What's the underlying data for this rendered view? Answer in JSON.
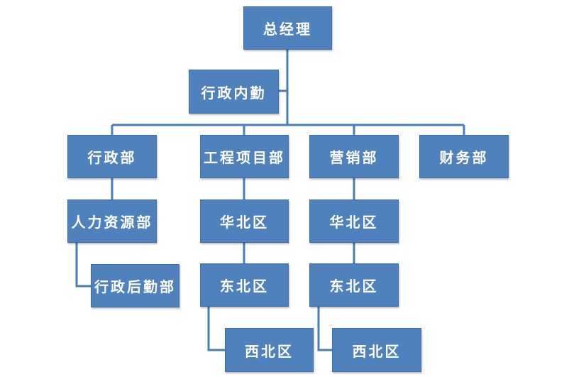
{
  "org_chart": {
    "ceo": "总经理",
    "admin_logistics": "行政内勤",
    "departments": {
      "admin": "行政部",
      "engineering": "工程项目部",
      "sales": "营销部",
      "finance": "财务部"
    },
    "admin_sub": {
      "hr": "人力资源部",
      "logistics": "行政后勤部"
    },
    "engineering_regions": [
      "华北区",
      "东北区",
      "西北区"
    ],
    "sales_regions": [
      "华北区",
      "东北区",
      "西北区"
    ]
  },
  "colors": {
    "box_fill": "#4f81bd",
    "box_text": "#ffffff",
    "connector": "#4a7ebb"
  }
}
